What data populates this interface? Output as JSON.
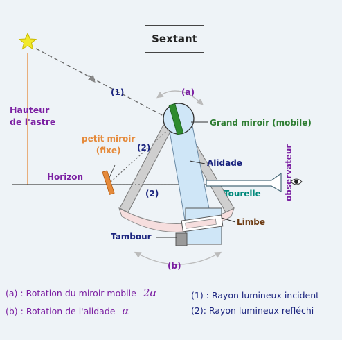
{
  "title": "Sextant",
  "labels": {
    "hauteur": "Hauteur\nde l'astre",
    "petit_miroir": "petit miroir\n(fixe)",
    "horizon": "Horizon",
    "grand_miroir": "Grand miroir (mobile)",
    "alidade": "Alidade",
    "tourelle": "Tourelle",
    "observateur": "observateur",
    "limbe": "Limbe",
    "tambour": "Tambour",
    "ray_incident_num": "(1)",
    "ray_reflected_num_upper": "(2)",
    "ray_reflected_num_lower": "(2)",
    "rotation_a": "(a)",
    "rotation_b": "(b)"
  },
  "legend": {
    "line_a_prefix": "(a) : ",
    "line_a_text": "Rotation du miroir mobile",
    "line_a_symbol": "2α",
    "line_b_prefix": "(b) : ",
    "line_b_text": "Rotation de l'alidade",
    "line_b_symbol": "α",
    "line_1": "(1) : Rayon lumineux incident",
    "line_2": "(2): Rayon lumineux refléchi"
  },
  "colors": {
    "purple": "#7b1fa2",
    "navy": "#1a237e",
    "teal": "#00897b",
    "green": "#2e7d32",
    "orange": "#e58a3b",
    "brown": "#6d3b12",
    "star": "#f1e92a",
    "frame_blue": "#cfe6f7",
    "arc_pink": "#f6dede"
  }
}
